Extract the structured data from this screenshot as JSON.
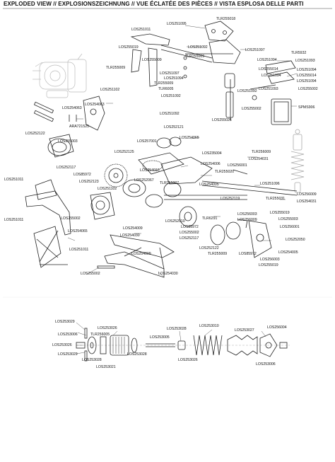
{
  "header": {
    "title": "EXPLODED VIEW // EXPLOSIONSZEICHNUNG // VUE ÉCLATÉE DES PIÈCES // VISTA ESPLOSA DELLE PARTI"
  },
  "upper_diagram": {
    "labels": [
      "LOS251095",
      "LOS251011",
      "TLR255018",
      "LOS255019",
      "LOS251092",
      "LOS251097",
      "TLR255009",
      "LOS255009",
      "TLR255009",
      "LOS251102",
      "TLR255009",
      "TLR5932",
      "LOS251094",
      "LOS251093",
      "LOS255014",
      "LOS251094",
      "LOS251094",
      "LOS255014",
      "LOS251094",
      "LOS255002",
      "LOS251093",
      "LOS251097",
      "LOS251092",
      "TLR6005",
      "LOS251092",
      "LOS251094",
      "SPMS906",
      "LOS255002",
      "LOS254063",
      "LOS254063",
      "ARA721525",
      "LOS251092",
      "LOS255026",
      "LOS252121",
      "LOS252122",
      "LOS255003",
      "LOS257001",
      "LOS254065",
      "LOS252125",
      "LOS235004",
      "LOS252117",
      "LOS85972",
      "LOS254010",
      "TLR256009",
      "LOS254006",
      "LOS256001",
      "LOS254031",
      "LOS251011",
      "LOS252123",
      "LOS252067",
      "TLR255007",
      "TLR255020",
      "LOS251096",
      "LOS251102",
      "LOS254005",
      "LOS256009",
      "TLR255031",
      "LOS252119",
      "LOS254031",
      "LOS255002",
      "LOS256003",
      "LOS255019",
      "LOS256009",
      "LOS255003",
      "LOS251011",
      "LOS254065",
      "LOS252010",
      "TLR6291",
      "LOS256001",
      "LOS254009",
      "LOS254030",
      "LOS85972",
      "LOS255002",
      "LOS252117",
      "LOS252050",
      "LOS251011",
      "LOS252122",
      "LOS85972",
      "LOS254005",
      "TLR255009",
      "LOS256003",
      "LOS254009",
      "LOS255019",
      "LOS255002",
      "LOS254030"
    ]
  },
  "lower_diagram": {
    "labels": [
      "LOS253029",
      "LOS253026",
      "TLR256005",
      "LOS253028",
      "LOS253010",
      "LOS253027",
      "LOS256004",
      "LOS253006",
      "LOS253026",
      "LOS253005",
      "LOS253029",
      "LOS253028",
      "LOS253028",
      "LOS253021",
      "LOS253026",
      "LOS253006"
    ]
  }
}
